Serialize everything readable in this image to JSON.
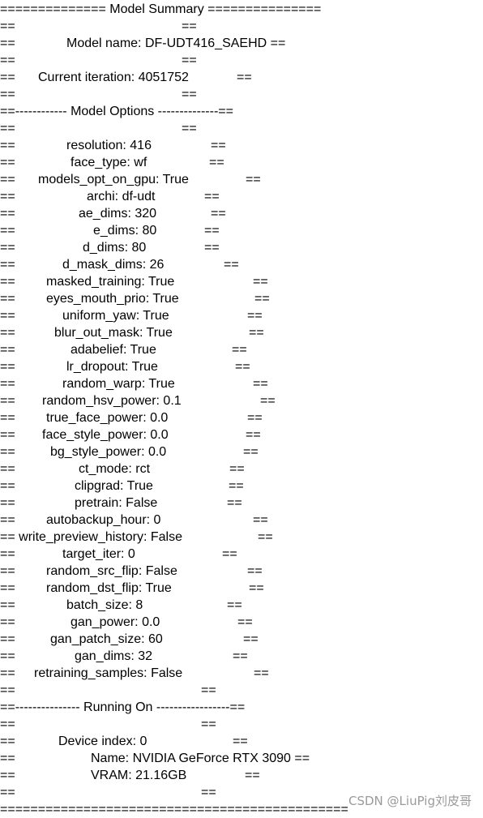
{
  "document": {
    "lines": [
      {
        "segments": [
          {
            "text": "============== Model Summary ==============="
          }
        ]
      },
      {
        "segments": [
          {
            "text": "=="
          },
          {
            "text": "=="
          }
        ]
      },
      {
        "segments": [
          {
            "text": "=="
          },
          {
            "text": "Model name: DF-UDT416_SAEHD =="
          }
        ]
      },
      {
        "segments": [
          {
            "text": "=="
          },
          {
            "text": "=="
          }
        ]
      },
      {
        "segments": [
          {
            "text": "=="
          },
          {
            "text": "Current iteration: 4051752"
          },
          {
            "text": "=="
          }
        ]
      },
      {
        "segments": [
          {
            "text": "=="
          },
          {
            "text": "=="
          }
        ]
      },
      {
        "segments": [
          {
            "text": "==------------ Model Options --------------=="
          }
        ]
      },
      {
        "segments": [
          {
            "text": "=="
          },
          {
            "text": "=="
          }
        ]
      },
      {
        "segments": [
          {
            "text": "=="
          },
          {
            "text": "resolution: 416"
          },
          {
            "text": "=="
          }
        ]
      },
      {
        "segments": [
          {
            "text": "=="
          },
          {
            "text": "face_type: wf"
          },
          {
            "text": "=="
          }
        ]
      },
      {
        "segments": [
          {
            "text": "=="
          },
          {
            "text": "models_opt_on_gpu: True"
          },
          {
            "text": "=="
          }
        ]
      },
      {
        "segments": [
          {
            "text": "=="
          },
          {
            "text": "archi: df-udt"
          },
          {
            "text": "=="
          }
        ]
      },
      {
        "segments": [
          {
            "text": "=="
          },
          {
            "text": "ae_dims: 320"
          },
          {
            "text": "=="
          }
        ]
      },
      {
        "segments": [
          {
            "text": "=="
          },
          {
            "text": "e_dims: 80"
          },
          {
            "text": "=="
          }
        ]
      },
      {
        "segments": [
          {
            "text": "=="
          },
          {
            "text": "d_dims: 80"
          },
          {
            "text": "=="
          }
        ]
      },
      {
        "segments": [
          {
            "text": "=="
          },
          {
            "text": "d_mask_dims: 26"
          },
          {
            "text": "=="
          }
        ]
      },
      {
        "segments": [
          {
            "text": "=="
          },
          {
            "text": "masked_training: True"
          },
          {
            "text": "=="
          }
        ]
      },
      {
        "segments": [
          {
            "text": "=="
          },
          {
            "text": "eyes_mouth_prio: True"
          },
          {
            "text": "=="
          }
        ]
      },
      {
        "segments": [
          {
            "text": "=="
          },
          {
            "text": "uniform_yaw: True"
          },
          {
            "text": "=="
          }
        ]
      },
      {
        "segments": [
          {
            "text": "=="
          },
          {
            "text": "blur_out_mask: True"
          },
          {
            "text": "=="
          }
        ]
      },
      {
        "segments": [
          {
            "text": "=="
          },
          {
            "text": "adabelief: True"
          },
          {
            "text": "=="
          }
        ]
      },
      {
        "segments": [
          {
            "text": "=="
          },
          {
            "text": "lr_dropout: True"
          },
          {
            "text": "=="
          }
        ]
      },
      {
        "segments": [
          {
            "text": "=="
          },
          {
            "text": "random_warp: True"
          },
          {
            "text": "=="
          }
        ]
      },
      {
        "segments": [
          {
            "text": "=="
          },
          {
            "text": "random_hsv_power: 0.1"
          },
          {
            "text": "=="
          }
        ]
      },
      {
        "segments": [
          {
            "text": "=="
          },
          {
            "text": "true_face_power: 0.0"
          },
          {
            "text": "=="
          }
        ]
      },
      {
        "segments": [
          {
            "text": "=="
          },
          {
            "text": "face_style_power: 0.0"
          },
          {
            "text": "=="
          }
        ]
      },
      {
        "segments": [
          {
            "text": "=="
          },
          {
            "text": "bg_style_power: 0.0"
          },
          {
            "text": "=="
          }
        ]
      },
      {
        "segments": [
          {
            "text": "=="
          },
          {
            "text": "ct_mode: rct"
          },
          {
            "text": "=="
          }
        ]
      },
      {
        "segments": [
          {
            "text": "=="
          },
          {
            "text": "clipgrad: True"
          },
          {
            "text": "=="
          }
        ]
      },
      {
        "segments": [
          {
            "text": "=="
          },
          {
            "text": "pretrain: False"
          },
          {
            "text": "=="
          }
        ]
      },
      {
        "segments": [
          {
            "text": "=="
          },
          {
            "text": "autobackup_hour: 0"
          },
          {
            "text": "=="
          }
        ]
      },
      {
        "segments": [
          {
            "text": "== write_preview_history: False"
          },
          {
            "text": "=="
          }
        ]
      },
      {
        "segments": [
          {
            "text": "=="
          },
          {
            "text": "target_iter: 0"
          },
          {
            "text": "=="
          }
        ]
      },
      {
        "segments": [
          {
            "text": "=="
          },
          {
            "text": "random_src_flip: False"
          },
          {
            "text": "=="
          }
        ]
      },
      {
        "segments": [
          {
            "text": "=="
          },
          {
            "text": "random_dst_flip: True"
          },
          {
            "text": "=="
          }
        ]
      },
      {
        "segments": [
          {
            "text": "=="
          },
          {
            "text": "batch_size: 8"
          },
          {
            "text": "=="
          }
        ]
      },
      {
        "segments": [
          {
            "text": "=="
          },
          {
            "text": "gan_power: 0.0"
          },
          {
            "text": "=="
          }
        ]
      },
      {
        "segments": [
          {
            "text": "=="
          },
          {
            "text": "gan_patch_size: 60"
          },
          {
            "text": "=="
          }
        ]
      },
      {
        "segments": [
          {
            "text": "=="
          },
          {
            "text": "gan_dims: 32"
          },
          {
            "text": "=="
          }
        ]
      },
      {
        "segments": [
          {
            "text": "=="
          },
          {
            "text": "retraining_samples: False"
          },
          {
            "text": "=="
          }
        ]
      },
      {
        "segments": [
          {
            "text": "=="
          },
          {
            "text": "=="
          }
        ]
      },
      {
        "segments": [
          {
            "text": "==--------------- Running On -----------------=="
          }
        ]
      },
      {
        "segments": [
          {
            "text": "=="
          },
          {
            "text": "=="
          }
        ]
      },
      {
        "segments": [
          {
            "text": "=="
          },
          {
            "text": "Device index: 0"
          },
          {
            "text": "=="
          }
        ]
      },
      {
        "segments": [
          {
            "text": "=="
          },
          {
            "text": "Name: NVIDIA GeForce RTX 3090 =="
          }
        ]
      },
      {
        "segments": [
          {
            "text": "=="
          },
          {
            "text": "VRAM: 21.16GB"
          },
          {
            "text": "=="
          }
        ]
      },
      {
        "segments": [
          {
            "text": "=="
          },
          {
            "text": "=="
          }
        ]
      },
      {
        "segments": [
          {
            "text": "=============================================="
          }
        ]
      }
    ],
    "watermark": "CSDN @LiuPig刘皮哥"
  }
}
